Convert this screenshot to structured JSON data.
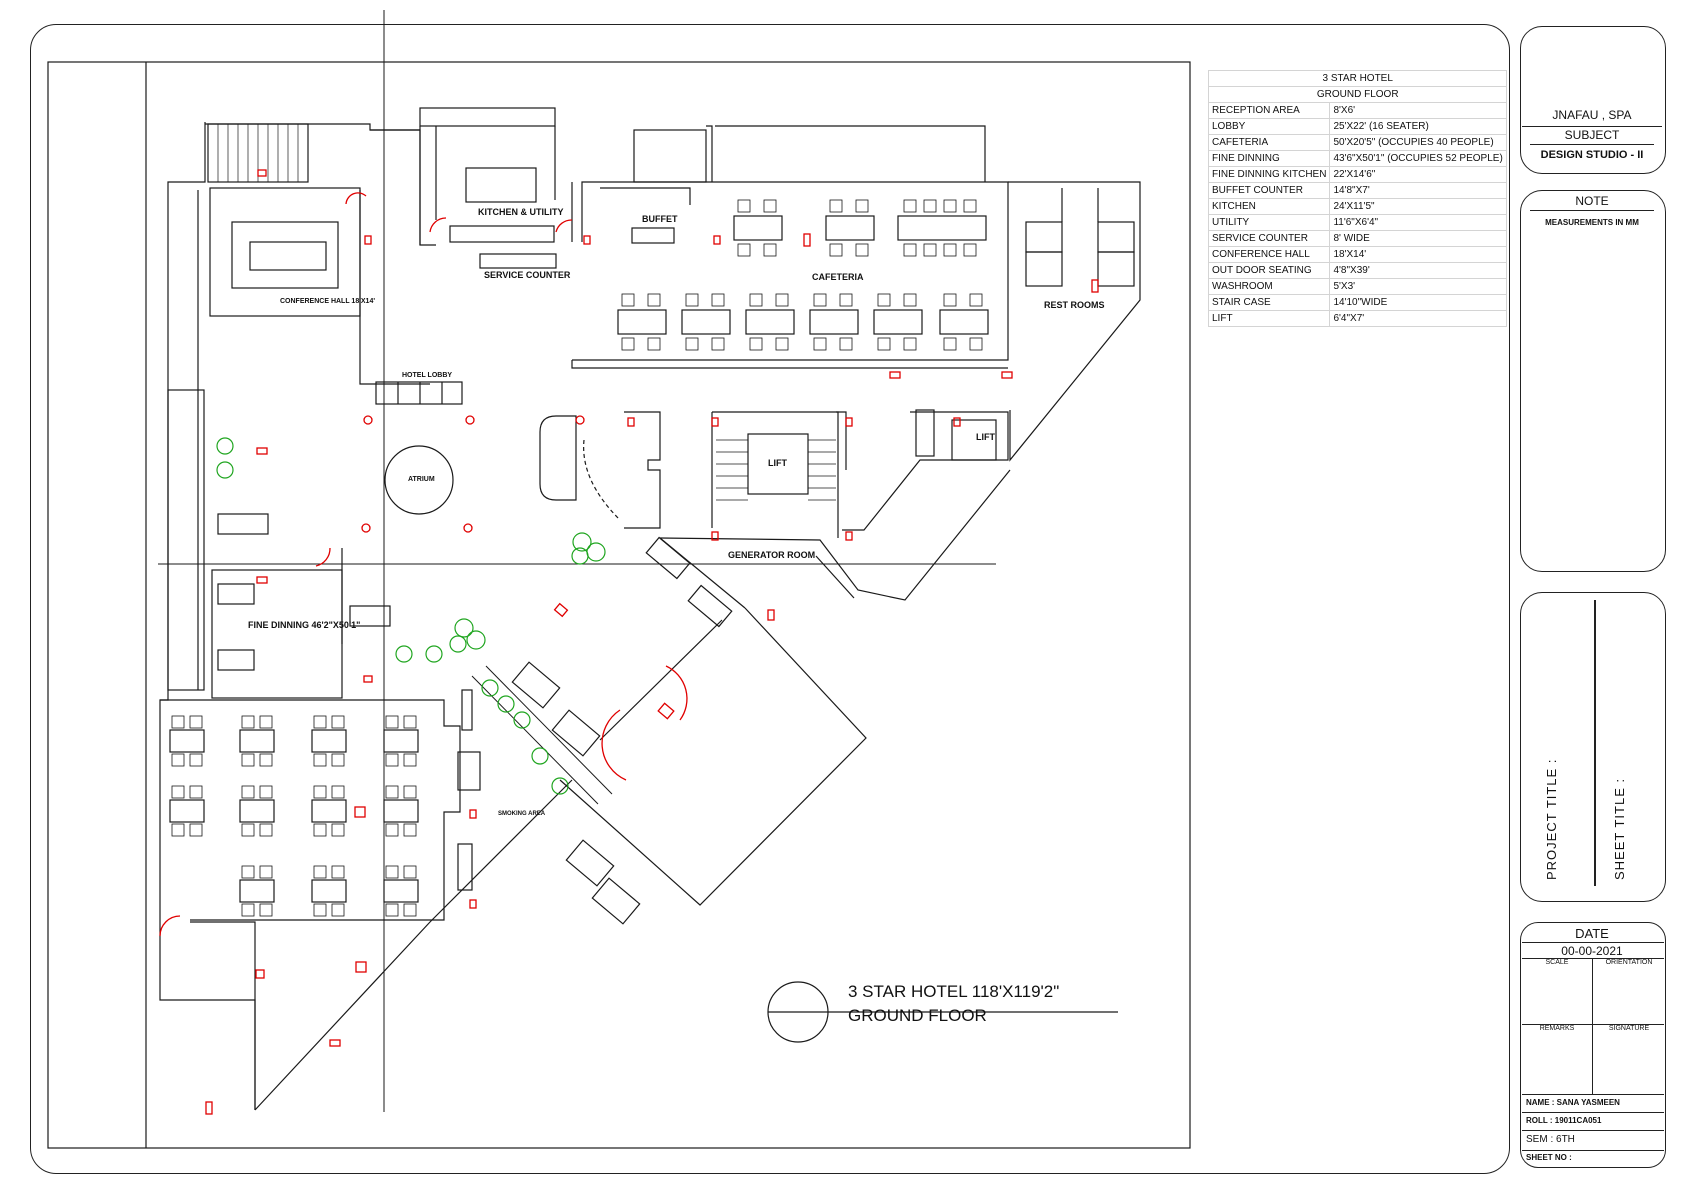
{
  "schedule": {
    "title": "3 STAR HOTEL",
    "subtitle": "GROUND FLOOR",
    "rows": [
      {
        "name": "RECEPTION AREA",
        "size": "8'X6'"
      },
      {
        "name": "LOBBY",
        "size": "25'X22' (16 SEATER)"
      },
      {
        "name": "CAFETERIA",
        "size": "50'X20'5\" (OCCUPIES  40 PEOPLE)"
      },
      {
        "name": "FINE DINNING",
        "size": "43'6\"X50'1\" (OCCUPIES  52 PEOPLE)"
      },
      {
        "name": "FINE DINNING KITCHEN",
        "size": "22'X14'6\""
      },
      {
        "name": "BUFFET COUNTER",
        "size": "14'8\"X7'"
      },
      {
        "name": "KITCHEN",
        "size": "24'X11'5\""
      },
      {
        "name": "UTILITY",
        "size": "11'6\"X6'4\""
      },
      {
        "name": "SERVICE COUNTER",
        "size": "8' WIDE"
      },
      {
        "name": "CONFERENCE HALL",
        "size": "18'X14'"
      },
      {
        "name": "OUT DOOR SEATING",
        "size": "4'8\"X39'"
      },
      {
        "name": "WASHROOM",
        "size": "5'X3'"
      },
      {
        "name": "STAIR CASE",
        "size": "14'10\"WIDE"
      },
      {
        "name": "LIFT",
        "size": "6'4\"X7'"
      }
    ]
  },
  "plan_labels": {
    "kitchen": "KITCHEN & UTILITY",
    "service_counter": "SERVICE COUNTER",
    "buffet": "BUFFET",
    "cafeteria": "CAFETERIA",
    "rest_rooms": "REST ROOMS",
    "conference": "CONFERENCE HALL 18'X14'",
    "hotel_lobby": "HOTEL LOBBY",
    "atrium": "ATRIUM",
    "lift1": "LIFT",
    "lift2": "LIFT",
    "generator": "GENERATOR ROOM",
    "fine_dining": "FINE DINNING 46'2\"X50'1\"",
    "smoking": "SMOKING AREA"
  },
  "title_block_plan": {
    "line1": "3 STAR HOTEL 118'X119'2\"",
    "line2": "GROUND FLOOR"
  },
  "title_block": {
    "institute": "JNAFAU  , SPA",
    "subject_label": "SUBJECT",
    "subject": "DESIGN STUDIO - II",
    "note_label": "NOTE",
    "note_text": "MEASUREMENTS  IN  MM",
    "project_title_label": "PROJECT  TITLE :",
    "sheet_title_label": "SHEET  TITLE :",
    "date_label": "DATE",
    "date": "00-00-2021",
    "scale_label": "SCALE",
    "orientation_label": "ORIENTATION",
    "remarks_label": "REMARKS",
    "signature_label": "SIGNATURE",
    "name": "NAME : SANA YASMEEN",
    "roll": "ROLL : 19011CA051",
    "sem": "SEM : 6TH",
    "sheet_no": "SHEET NO :"
  },
  "colors": {
    "line": "#1a1a1a",
    "door": "#e00000",
    "plant": "#1fa51f",
    "grey": "#888888"
  }
}
